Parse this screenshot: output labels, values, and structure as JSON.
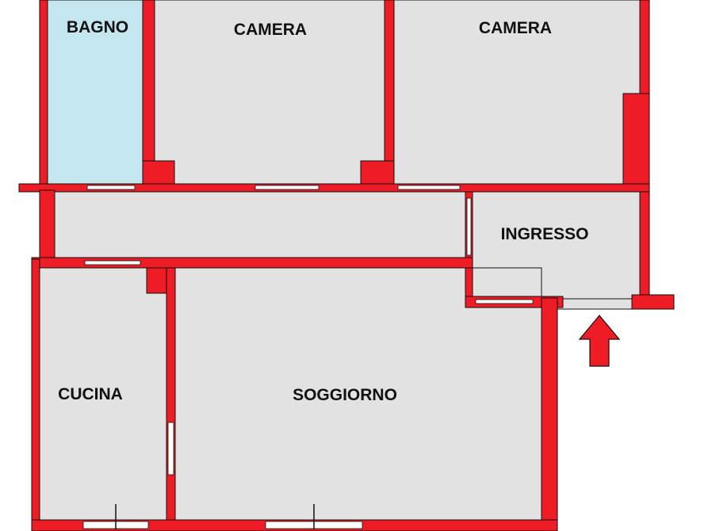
{
  "colors": {
    "wall": "#ee1c25",
    "wall_outline": "#111111",
    "floor": "#e2e2e2",
    "bathroom_floor": "#c4e6ee",
    "window": "#ffffff",
    "background": "#ffffff"
  },
  "rooms": {
    "bagno": "BAGNO",
    "camera_1": "CAMERA",
    "camera_2": "CAMERA",
    "ingresso": "INGRESSO",
    "cucina": "CUCINA",
    "soggiorno": "SOGGIORNO"
  },
  "entrance_arrow": {
    "icon": "up-arrow-icon",
    "meaning": "entrance"
  }
}
